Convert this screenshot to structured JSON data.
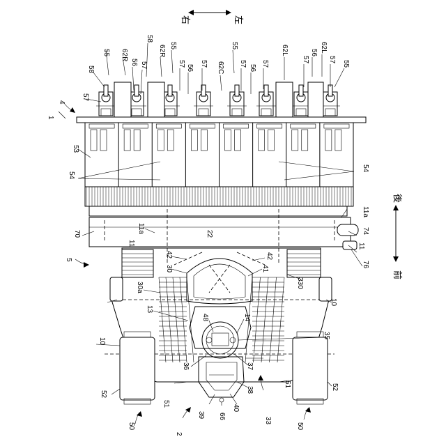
{
  "figure": {
    "direction_labels": {
      "right": "右",
      "left": "左",
      "front": "前",
      "rear": "後"
    },
    "labels": [
      {
        "id": "55",
        "text": "55"
      },
      {
        "id": "62R",
        "text": "62R"
      },
      {
        "id": "58",
        "text": "58"
      },
      {
        "id": "56",
        "text": "56"
      },
      {
        "id": "57",
        "text": "57"
      },
      {
        "id": "62C",
        "text": "62C"
      },
      {
        "id": "62L",
        "text": "62L"
      },
      {
        "id": "4",
        "text": "4"
      },
      {
        "id": "1",
        "text": "1"
      },
      {
        "id": "53",
        "text": "53"
      },
      {
        "id": "54",
        "text": "54"
      },
      {
        "id": "70",
        "text": "70"
      },
      {
        "id": "11a",
        "text": "11a"
      },
      {
        "id": "22",
        "text": "22"
      },
      {
        "id": "11",
        "text": "11"
      },
      {
        "id": "74",
        "text": "74"
      },
      {
        "id": "5",
        "text": "5"
      },
      {
        "id": "42",
        "text": "42"
      },
      {
        "id": "76",
        "text": "76"
      },
      {
        "id": "30",
        "text": "30"
      },
      {
        "id": "41",
        "text": "41"
      },
      {
        "id": "330",
        "text": "330"
      },
      {
        "id": "30a",
        "text": "30a"
      },
      {
        "id": "10",
        "text": "10"
      },
      {
        "id": "13",
        "text": "13"
      },
      {
        "id": "14",
        "text": "14"
      },
      {
        "id": "48",
        "text": "48"
      },
      {
        "id": "35",
        "text": "35"
      },
      {
        "id": "36",
        "text": "36"
      },
      {
        "id": "37",
        "text": "37"
      },
      {
        "id": "33",
        "text": "33"
      },
      {
        "id": "52",
        "text": "52"
      },
      {
        "id": "51",
        "text": "51"
      },
      {
        "id": "38",
        "text": "38"
      },
      {
        "id": "40",
        "text": "40"
      },
      {
        "id": "39",
        "text": "39"
      },
      {
        "id": "66",
        "text": "66"
      },
      {
        "id": "50",
        "text": "50"
      },
      {
        "id": "2",
        "text": "2"
      }
    ]
  }
}
